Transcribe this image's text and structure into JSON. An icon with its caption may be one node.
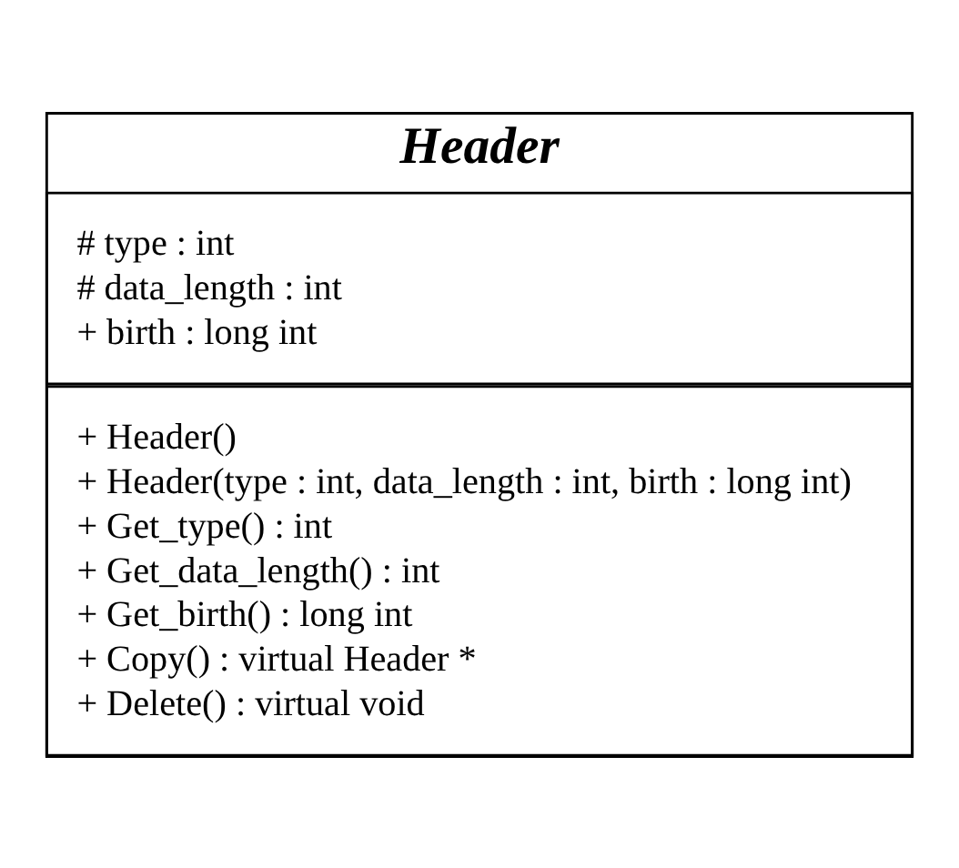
{
  "diagram": {
    "nodes": [
      {
        "text": [
          "Header"
        ]
      },
      {
        "text": [
          "# type : int",
          "# data_length : int",
          "+ birth : long int"
        ],
        "in": 0
      },
      {
        "text": [
          "+ Header()",
          "+ Header(type : int, data_length : int, birth : long int)",
          "+ Get_type() : int",
          "+ Get_data_length() : int",
          "+ Get_birth() : long int",
          "+ Copy() : virtual Header *",
          "+ Delete() : virtual void"
        ],
        "in": 0
      }
    ]
  }
}
